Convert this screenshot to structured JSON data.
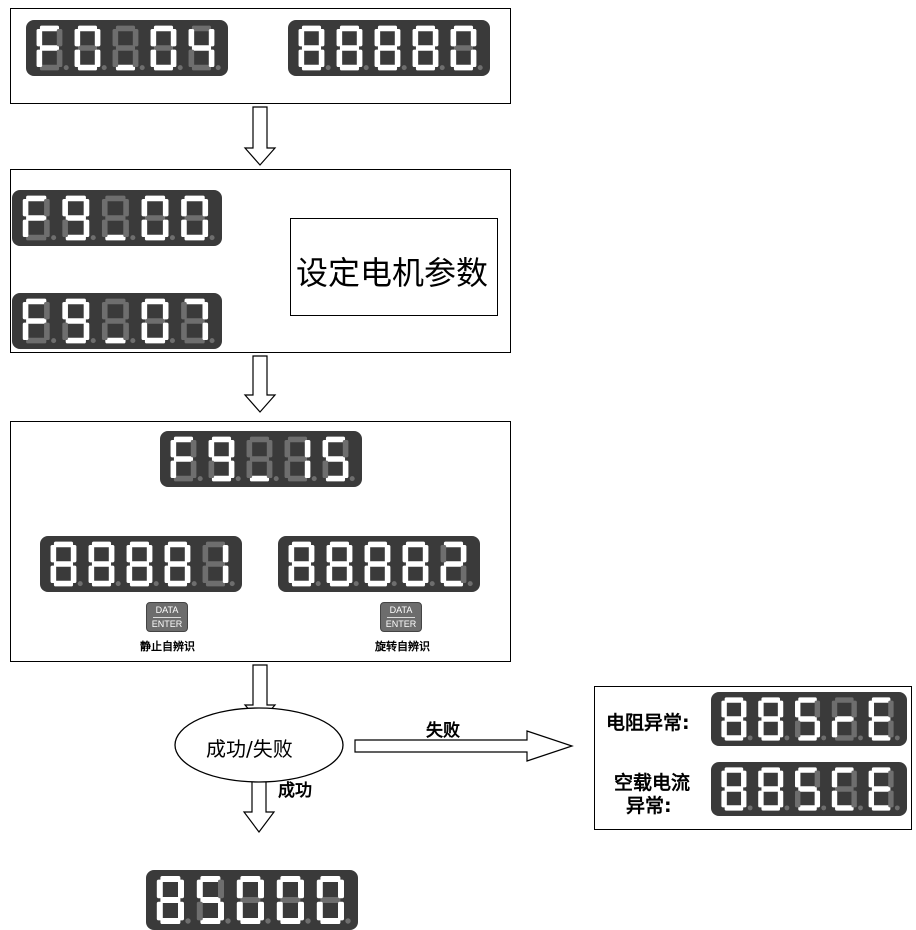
{
  "colors": {
    "display_bg": "#3a3a3a",
    "segment_on": "#ffffff",
    "segment_off": "#6e6e6e"
  },
  "step1": {
    "left_display": [
      "F",
      "0",
      "_",
      "0",
      "4"
    ],
    "right_display": [
      "8",
      "8",
      "8",
      "8",
      "0"
    ]
  },
  "step2": {
    "top_display": [
      "F",
      "9",
      "_",
      "0",
      "0"
    ],
    "bottom_display": [
      "F",
      "9",
      "_",
      "0",
      "7"
    ],
    "action_label": "设定电机参数"
  },
  "step3": {
    "top_display": [
      "F",
      "9",
      "_",
      "1",
      "5"
    ],
    "left_display": [
      "8",
      "8",
      "8",
      "8",
      "1"
    ],
    "right_display": [
      "8",
      "8",
      "8",
      "8",
      "2"
    ],
    "key_top": "DATA",
    "key_bottom": "ENTER",
    "left_caption": "静止自辨识",
    "right_caption": "旋转自辨识"
  },
  "decision": {
    "label": "成功/失败",
    "fail_label": "失败",
    "success_label": "成功"
  },
  "errors": {
    "resistance_label": "电阻异常:",
    "resistance_display": [
      "8",
      "8",
      "S",
      "r",
      "E"
    ],
    "noload_label_line1": "空载电流",
    "noload_label_line2": "异常:",
    "noload_display": [
      "8",
      "8",
      "S",
      "C",
      "E"
    ]
  },
  "result": {
    "display": [
      "8",
      "5",
      "0",
      "0",
      "0"
    ]
  }
}
